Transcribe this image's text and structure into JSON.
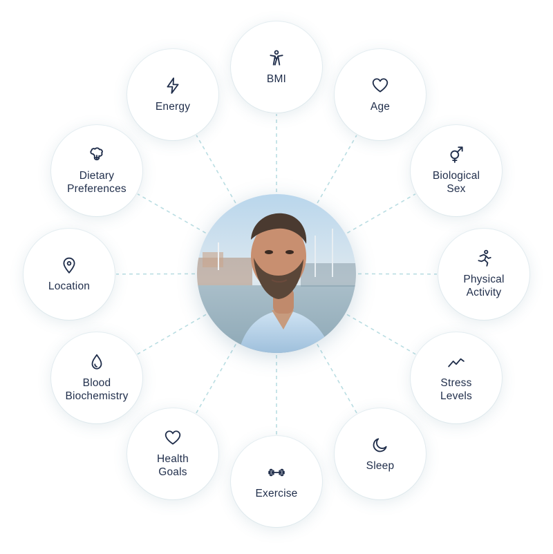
{
  "diagram": {
    "center": {
      "image": "portrait of a bearded man outdoors by a harbor"
    },
    "colors": {
      "text": "#1f2d4a",
      "connector": "#b9dde2",
      "node_bg": "#ffffff"
    },
    "nodes": [
      {
        "id": "bmi",
        "label": "BMI",
        "icon": "person-icon"
      },
      {
        "id": "age",
        "label": "Age",
        "icon": "heart-icon"
      },
      {
        "id": "biological-sex",
        "label": "Biological\nSex",
        "icon": "gender-icon"
      },
      {
        "id": "physical-activity",
        "label": "Physical\nActivity",
        "icon": "runner-icon"
      },
      {
        "id": "stress-levels",
        "label": "Stress\nLevels",
        "icon": "trend-line-icon"
      },
      {
        "id": "sleep",
        "label": "Sleep",
        "icon": "moon-icon"
      },
      {
        "id": "exercise",
        "label": "Exercise",
        "icon": "dumbbell-icon"
      },
      {
        "id": "health-goals",
        "label": "Health\nGoals",
        "icon": "heart-icon"
      },
      {
        "id": "blood-biochemistry",
        "label": "Blood\nBiochemistry",
        "icon": "drop-icon"
      },
      {
        "id": "location",
        "label": "Location",
        "icon": "location-pin-icon"
      },
      {
        "id": "dietary-preferences",
        "label": "Dietary\nPreferences",
        "icon": "broccoli-icon"
      },
      {
        "id": "energy",
        "label": "Energy",
        "icon": "lightning-icon"
      }
    ]
  }
}
